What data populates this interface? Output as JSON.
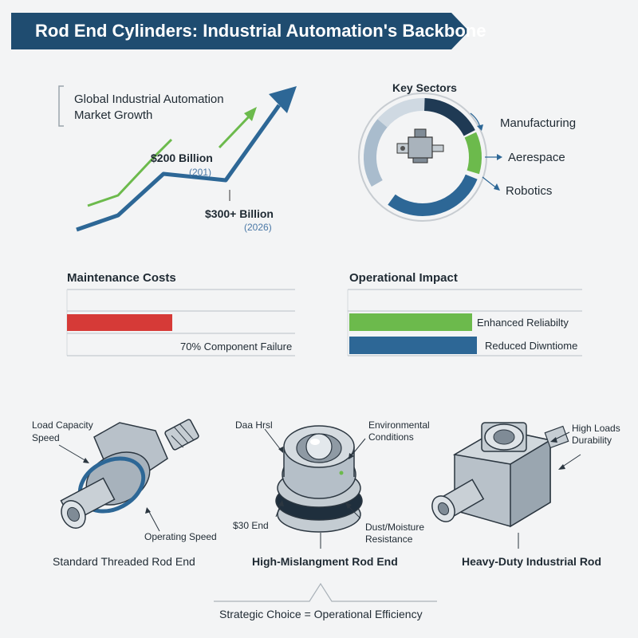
{
  "title": "Rod End Cylinders: Industrial Automation's Backbone",
  "growth": {
    "heading_line1": "Global Industrial Automation",
    "heading_line2": "Market Growth",
    "point1_value": "$200 Billion",
    "point1_year": "(201)",
    "point2_value": "$300+ Billion",
    "point2_year": "(2026)"
  },
  "sectors": {
    "heading": "Key Sectors",
    "items": [
      "Manufacturing",
      "Aerespace",
      "Robotics"
    ]
  },
  "maintenance": {
    "heading": "Maintenance Costs",
    "bar_label": "70% Component Failure",
    "bar_color": "#d63a37"
  },
  "impact": {
    "heading": "Operational Impact",
    "bar1_label": "Enhanced Reliabilty",
    "bar2_label": "Reduced Diwntiome",
    "bar1_color": "#6cba4c",
    "bar2_color": "#2d6796"
  },
  "products": [
    {
      "name": "Standard Threaded Rod End",
      "callout_top_line1": "Load Capacity",
      "callout_top_line2": "Speed",
      "callout_bottom": "Operating Speed"
    },
    {
      "name": "High-Mislangment Rod End",
      "callout_top_left": "Daa Hrsl",
      "callout_top_right_line1": "Environmental",
      "callout_top_right_line2": "Conditions",
      "callout_bottom_left": "$30 End",
      "callout_bottom_right_line1": "Dust/Moisture",
      "callout_bottom_right_line2": "Resistance"
    },
    {
      "name": "Heavy-Duty Industrial Rod",
      "callout_top_line1": "High Loads",
      "callout_top_line2": "Durability"
    }
  ],
  "conclusion": "Strategic Choice = Operational Efficiency",
  "colors": {
    "navy": "#1f4c70",
    "blue": "#2d6796",
    "green": "#6cba4c",
    "red": "#d63a37"
  }
}
